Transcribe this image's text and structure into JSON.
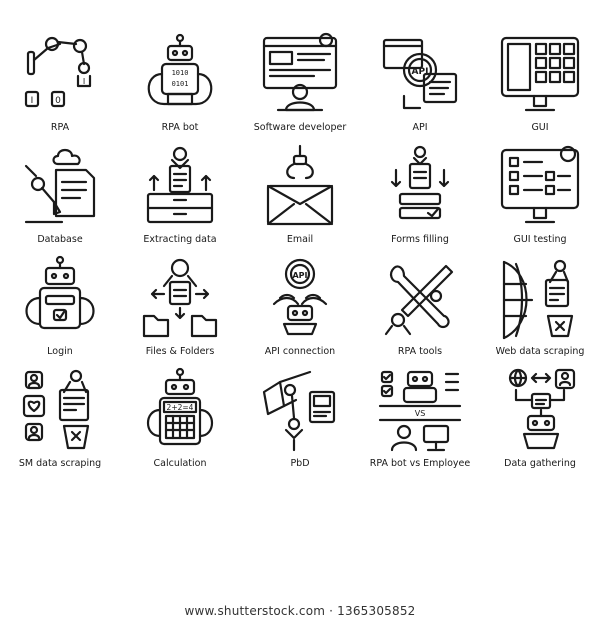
{
  "icons": [
    {
      "label": "RPA",
      "icon": "robot-arm-icon"
    },
    {
      "label": "RPA bot",
      "icon": "rpa-bot-icon"
    },
    {
      "label": "Software developer",
      "icon": "software-developer-icon"
    },
    {
      "label": "API",
      "icon": "api-icon"
    },
    {
      "label": "GUI",
      "icon": "gui-icon"
    },
    {
      "label": "Database",
      "icon": "database-icon"
    },
    {
      "label": "Extracting data",
      "icon": "extracting-data-icon"
    },
    {
      "label": "Email",
      "icon": "email-icon"
    },
    {
      "label": "Forms filling",
      "icon": "forms-filling-icon"
    },
    {
      "label": "GUI testing",
      "icon": "gui-testing-icon"
    },
    {
      "label": "Login",
      "icon": "login-icon"
    },
    {
      "label": "Files & Folders",
      "icon": "files-folders-icon"
    },
    {
      "label": "API connection",
      "icon": "api-connection-icon"
    },
    {
      "label": "RPA tools",
      "icon": "rpa-tools-icon"
    },
    {
      "label": "Web data scraping",
      "icon": "web-data-scraping-icon"
    },
    {
      "label": "SM data scraping",
      "icon": "sm-data-scraping-icon"
    },
    {
      "label": "Calculation",
      "icon": "calculation-icon"
    },
    {
      "label": "PbD",
      "icon": "pbd-icon"
    },
    {
      "label": "RPA bot vs Employee",
      "icon": "rpa-bot-vs-employee-icon"
    },
    {
      "label": "Data gathering",
      "icon": "data-gathering-icon"
    }
  ],
  "icon_text": {
    "rpa_left": "I",
    "rpa_mid": "0",
    "rpa_right": "I",
    "rpa_bot_code1": "1010",
    "rpa_bot_code2": "0101",
    "api_badge": "API",
    "api_conn_badge": "API",
    "vs": "VS",
    "calc": "2+2=4"
  },
  "watermark": "www.shutterstock.com · 1365305852"
}
